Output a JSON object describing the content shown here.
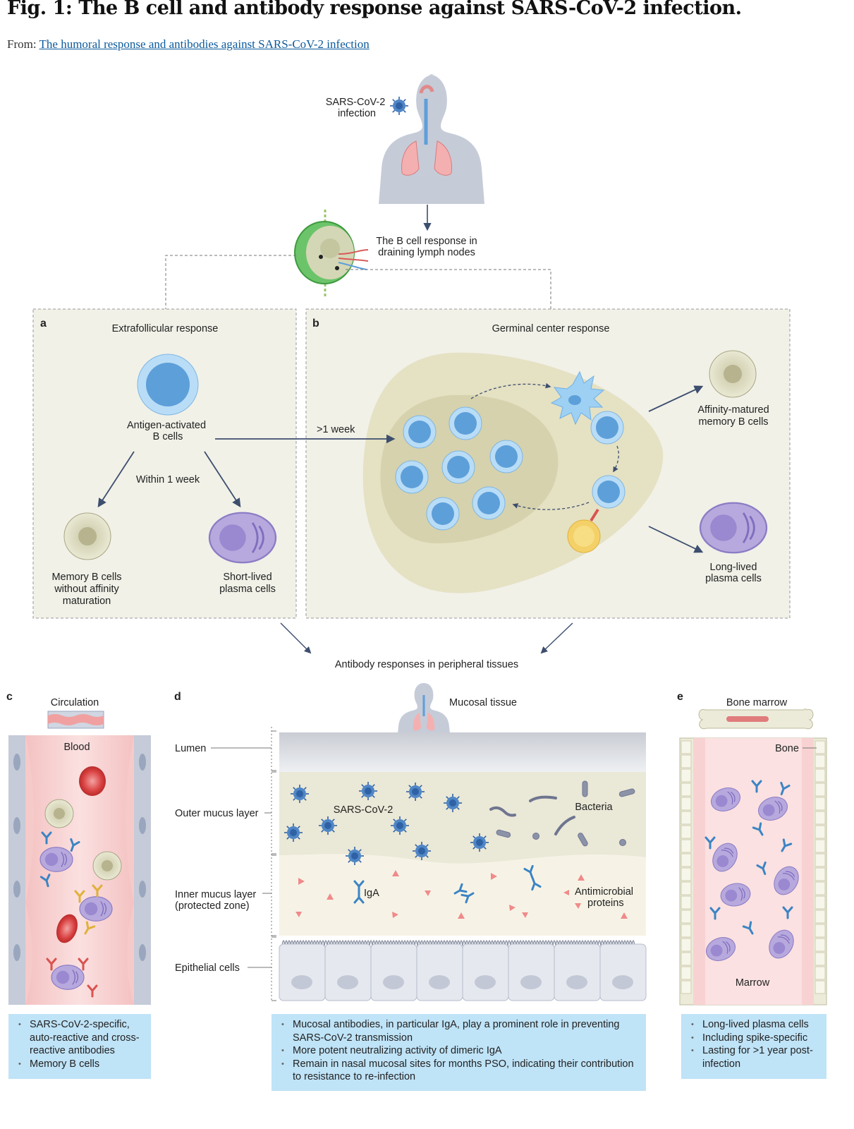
{
  "title": "Fig. 1: The B cell and antibody response against SARS-CoV-2 infection.",
  "from_prefix": "From:",
  "from_link": "The humoral response and antibodies against SARS-CoV-2 infection",
  "top": {
    "infection_line1": "SARS-CoV-2",
    "infection_line2": "infection",
    "lymph_line1": "The B cell response in",
    "lymph_line2": "draining lymph nodes"
  },
  "panel_a": {
    "letter": "a",
    "title": "Extrafollicular response",
    "activated_line1": "Antigen-activated",
    "activated_line2": "B cells",
    "within": "Within 1 week",
    "memory_line1": "Memory B cells",
    "memory_line2": "without affinity",
    "memory_line3": "maturation",
    "plasma_line1": "Short-lived",
    "plasma_line2": "plasma cells"
  },
  "panel_b": {
    "letter": "b",
    "title": "Germinal center response",
    "week": ">1 week",
    "memory_line1": "Affinity-matured",
    "memory_line2": "memory B cells",
    "plasma_line1": "Long-lived",
    "plasma_line2": "plasma cells"
  },
  "peripheral": "Antibody responses in peripheral tissues",
  "panel_c": {
    "letter": "c",
    "title": "Circulation",
    "blood": "Blood",
    "bullets": [
      "SARS-CoV-2-specific, auto-reactive and cross-reactive antibodies",
      "Memory B cells"
    ]
  },
  "panel_d": {
    "letter": "d",
    "title": "Mucosal tissue",
    "lumen": "Lumen",
    "outer": "Outer mucus layer",
    "inner_line1": "Inner mucus layer",
    "inner_line2": "(protected zone)",
    "epithelial": "Epithelial cells",
    "virus": "SARS-CoV-2",
    "bacteria": "Bacteria",
    "iga": "IgA",
    "amp_line1": "Antimicrobial",
    "amp_line2": "proteins",
    "bullets": [
      "Mucosal antibodies, in particular IgA, play a prominent role in preventing SARS-CoV-2 transmission",
      "More potent neutralizing activity of dimeric IgA",
      "Remain in nasal mucosal sites for months PSO, indicating their contribution to resistance to re-infection"
    ]
  },
  "panel_e": {
    "letter": "e",
    "title": "Bone marrow",
    "bone": "Bone",
    "marrow": "Marrow",
    "bullets": [
      "Long-lived plasma cells",
      "Including spike-specific",
      "Lasting for >1 year post-infection"
    ]
  }
}
